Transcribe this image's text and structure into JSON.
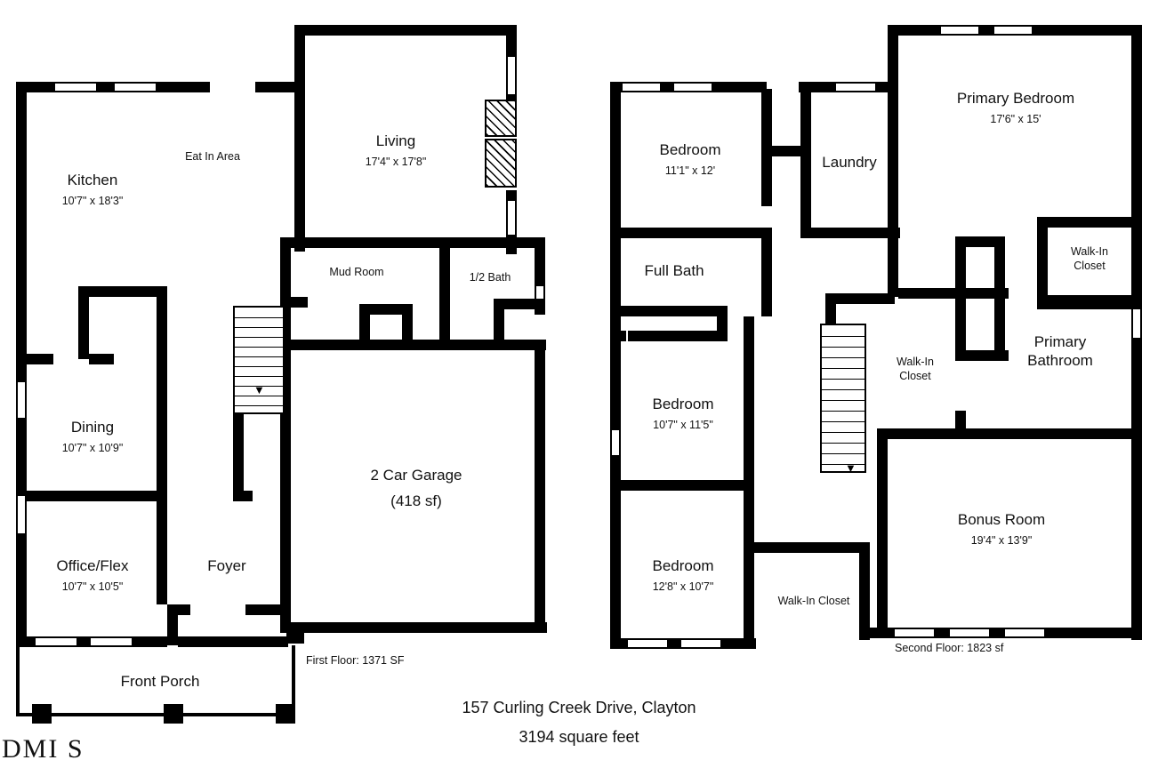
{
  "title": {
    "address": "157 Curling Creek Drive, Clayton",
    "area": "3194 square feet"
  },
  "watermark": "DMI S",
  "floors": [
    {
      "id": "first",
      "footnote": "First Floor: 1371 SF",
      "rooms": [
        {
          "name": "Kitchen",
          "dim": "10'7\" x 18'3\""
        },
        {
          "name": "Eat In Area",
          "dim": ""
        },
        {
          "name": "Living",
          "dim": "17'4\" x 17'8\""
        },
        {
          "name": "Mud Room",
          "dim": ""
        },
        {
          "name": "1/2 Bath",
          "dim": ""
        },
        {
          "name": "Dining",
          "dim": "10'7\" x 10'9\""
        },
        {
          "name": "Office/Flex",
          "dim": "10'7\" x 10'5\""
        },
        {
          "name": "Foyer",
          "dim": ""
        },
        {
          "name": "2 Car Garage",
          "dim": "(418 sf)"
        },
        {
          "name": "Front Porch",
          "dim": ""
        }
      ]
    },
    {
      "id": "second",
      "footnote": "Second Floor: 1823 sf",
      "rooms": [
        {
          "name": "Bedroom",
          "dim": "11'1\" x 12'"
        },
        {
          "name": "Laundry",
          "dim": ""
        },
        {
          "name": "Primary Bedroom",
          "dim": "17'6\" x 15'"
        },
        {
          "name": "Full Bath",
          "dim": ""
        },
        {
          "name": "Walk-In\nCloset",
          "dim": ""
        },
        {
          "name": "Primary\nBathroom",
          "dim": ""
        },
        {
          "name": "Bedroom",
          "dim": "10'7\" x 11'5\""
        },
        {
          "name": "Walk-In\nCloset",
          "dim": ""
        },
        {
          "name": "Bedroom",
          "dim": "12'8\" x 10'7\""
        },
        {
          "name": "Walk-In Closet",
          "dim": ""
        },
        {
          "name": "Bonus Room",
          "dim": "19'4\" x 13'9\""
        }
      ]
    }
  ]
}
